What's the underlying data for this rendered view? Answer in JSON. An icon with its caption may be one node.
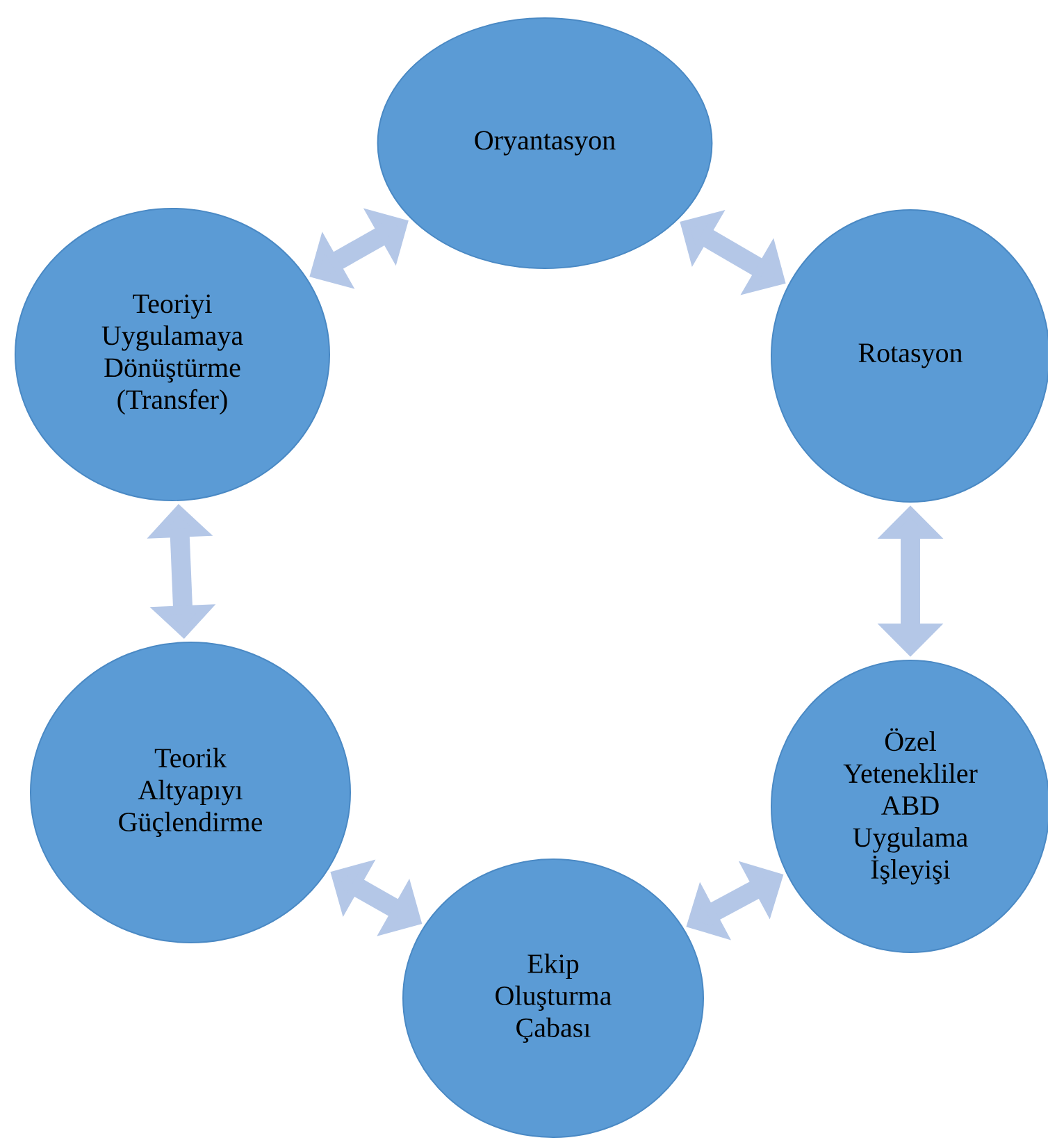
{
  "diagram": {
    "nodes": [
      {
        "text": [
          "Oryantasyon"
        ]
      },
      {
        "text": [
          "Rotasyon"
        ]
      },
      {
        "text": [
          "Özel Yetenekliler ABD Uygulama İşleyişi"
        ]
      },
      {
        "text": [
          "Ekip Oluşturma Çabası"
        ]
      },
      {
        "text": [
          "Teorik Altyapıyı Güçlendirme"
        ]
      },
      {
        "text": [
          "Teoriyi Uygulamaya Dönüştürme (Transfer)"
        ]
      }
    ],
    "edges": [
      {
        "from": 0,
        "to": 1,
        "arrow": "both"
      },
      {
        "from": 1,
        "to": 2,
        "arrow": "both"
      },
      {
        "from": 2,
        "to": 3,
        "arrow": "both"
      },
      {
        "from": 3,
        "to": 4,
        "arrow": "both"
      },
      {
        "from": 4,
        "to": 5,
        "arrow": "both"
      },
      {
        "from": 5,
        "to": 0,
        "arrow": "both"
      }
    ]
  }
}
